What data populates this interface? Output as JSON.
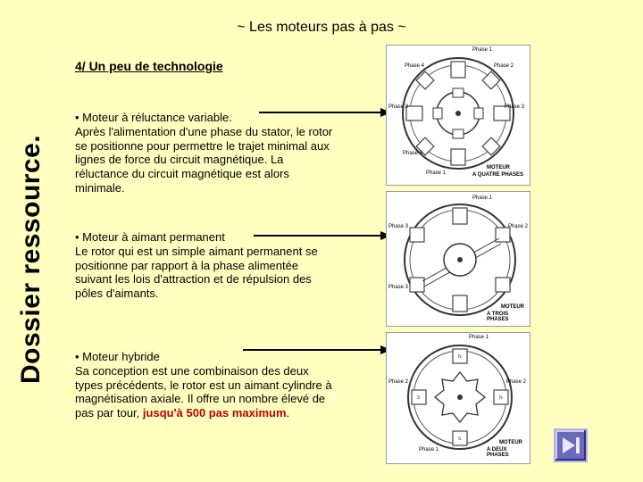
{
  "title": "~ Les moteurs pas à pas ~",
  "section_title": "4/ Un peu de technologie",
  "side_label": "Dossier ressource.",
  "blocks": [
    {
      "head": "• Moteur à réluctance variable.",
      "body": "Après l'alimentation d'une phase du stator, le rotor se positionne pour permettre le trajet minimal aux lignes de force du circuit magnétique. La réluctance du circuit magnétique est alors minimale."
    },
    {
      "head": "• Moteur à aimant permanent",
      "body": "Le rotor qui est un simple aimant permanent se positionne par rapport à la phase alimentée suivant les lois d'attraction et de répulsion des pôles d'aimants."
    },
    {
      "head": "• Moteur hybride",
      "body": "Sa conception est une combinaison des deux types précédents, le rotor est un aimant cylindre à magnétisation axiale. Il offre un nombre élevé de pas par tour,",
      "highlight": "jusqu'à 500 pas maximum",
      "tail": "."
    }
  ],
  "figures": {
    "fig1": {
      "phase_top": "Phase 1",
      "p1": "Phase 1",
      "p2": "Phase 2",
      "p3": "Phase 3",
      "p4": "Phase 4",
      "caption1": "MOTEUR",
      "caption2": "A QUATRE PHASES"
    },
    "fig2": {
      "phase_top": "Phase 1",
      "p2": "Phase 2",
      "p3": "Phase 3",
      "p4": "Phase 3",
      "caption1": "MOTEUR",
      "caption2": "A TROIS PHASES"
    },
    "fig3": {
      "phase_top": "Phase 1",
      "p2": "Phase 2",
      "p3": "Phase 2",
      "p4": "Phase 1",
      "caption1": "MOTEUR",
      "caption2": "A DEUX PHASES"
    }
  },
  "nav_icon": "last-slide-icon",
  "colors": {
    "background": "#ffffc0",
    "highlight": "#c00000",
    "nav_button": "#6a6ab8"
  }
}
